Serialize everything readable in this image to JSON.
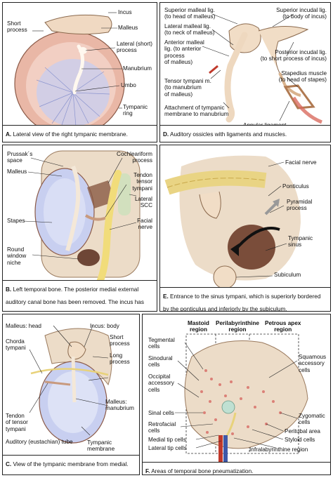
{
  "panels": {
    "a": {
      "caption_letter": "A.",
      "caption": "Lateral view of the right tympanic membrane.",
      "labels": {
        "incus": "Incus",
        "short_process": "Short\nprocess",
        "malleus": "Malleus",
        "lateral_process": "Lateral (short)\nprocess",
        "manubrium": "Manubrium",
        "umbo": "Umbo",
        "tympanic_ring": "Tympanic\nring"
      }
    },
    "b": {
      "caption_letter": "B.",
      "caption": "Left temporal bone. The posterior medial external auditory canal bone has been removed. The incus has been removed as well. The articulation surface on the head of the malleus becomes visible. The second genu of the facial nerve has been visualized.",
      "labels": {
        "prussaks_space": "Prussak´s\nspace",
        "malleus": "Malleus",
        "stapes": "Stapes",
        "round_window_niche": "Round\nwindow\nniche",
        "cochleariform_process": "Cochleariform\nprocess",
        "tendon_tensor_tympani": "Tendon\ntensor\ntympani",
        "lateral_scc": "Lateral\nSCC",
        "facial_nerve": "Facial\nnerve"
      }
    },
    "c": {
      "caption_letter": "C.",
      "caption": "View of the tympanic membrane from medial. The stapes has been removed.",
      "labels": {
        "malleus_head": "Malleus: head",
        "chorda_tympani": "Chorda\ntympani",
        "tendon_tensor_tympani": "Tendon\nof tensor\ntympani",
        "auditory_tube": "Auditory (eustachian) tube",
        "incus_body": "Incus: body",
        "short_process": "Short\nprocess",
        "long_process": "Long\nprocess",
        "malleus_manubrium": "Malleus:\nmanubrium",
        "tympanic_membrane": "Tympanic\nmembrane"
      }
    },
    "d": {
      "caption_letter": "D.",
      "caption": "Auditory ossicles with ligaments and muscles.",
      "labels": {
        "sup_malleal_lig": "Superior malleal lig.\n(to head of malleus)",
        "lat_malleal_lig": "Lateral malleal lig.\n(to neck of malleus)",
        "ant_malleal_lig": "Anterior malleal\nlig. (to anterior\nprocess\nof malleus)",
        "tensor_tympani": "Tensor tympani m.\n(to manubrium\nof malleus)",
        "attachment": "Attachment of tympanic\nmembrane to manubrium",
        "sup_incudal_lig": "Superior incudal lig.\n(to body of incus)",
        "post_incudal_lig": "Posterior incudal lig.\n(to short process of incus)",
        "stapedius": "Stapedius muscle\n(to head of stapes)",
        "annular_lig": "Annular ligament"
      }
    },
    "e": {
      "caption_letter": "E.",
      "caption": "Entrance to the sinus tympani, which is superiorly bordered by the ponticulus and inferiorly by the subiculum.",
      "labels": {
        "facial_nerve": "Facial nerve",
        "ponticulus": "Ponticulus",
        "pyramidal_process": "Pyramidal\nprocess",
        "tympanic_sinus": "Tympanic\nsinus",
        "subiculum": "Subiculum"
      }
    },
    "f": {
      "caption_letter": "F.",
      "caption": "Areas of temporal bone pneumatization.",
      "labels": {
        "mastoid_region": "Mastoid\nregion",
        "perilabyrinthine_region": "Perilabyrinthine\nregion",
        "petrous_apex_region": "Petrous apex\nregion",
        "tegmental_cells": "Tegmental\ncells",
        "sinodural_cells": "Sinodural\ncells",
        "occipital_accessory_cells": "Occipital\naccessory\ncells",
        "sinal_cells": "Sinal cells",
        "retrofacial_cells": "Retrofacial\ncells",
        "medial_tip_cells": "Medial tip cells",
        "lateral_tip_cells": "Lateral tip cells",
        "squamous_accessory_cells": "Squamous\naccessory\ncells",
        "zygomatic_cells": "Zygomatic\ncells",
        "peritubal_area": "Peritubal area",
        "styloid_cells": "Styloid cells",
        "infralabyrinthine_region": "Infralabyrinthine region"
      }
    }
  },
  "colors": {
    "bone": "#ecdcc8",
    "membrane_pink": "#e8b7a9",
    "membrane_blue": "#b9c4e6",
    "nerve_yellow": "#f3e08a",
    "vessel_red": "#c0392b",
    "vessel_blue": "#3e58a8",
    "dark_cavity": "#7a4d3a"
  }
}
